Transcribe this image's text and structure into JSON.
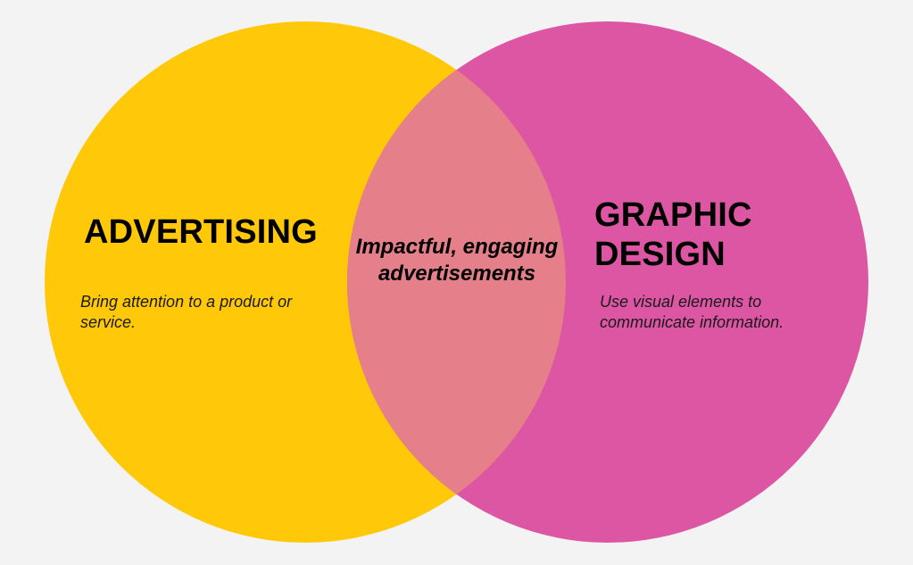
{
  "diagram": {
    "colors": {
      "background": "#f3f3f3",
      "left_circle": "#ffc90a",
      "right_circle": "#dc56a3",
      "overlap": "#e57f89"
    },
    "left_set": {
      "title": "ADVERTISING",
      "description": "Bring attention to a product or service."
    },
    "right_set": {
      "title": "GRAPHIC DESIGN",
      "description": "Use visual elements to communicate information."
    },
    "intersection": {
      "label": "Impactful, engaging advertisements"
    }
  }
}
